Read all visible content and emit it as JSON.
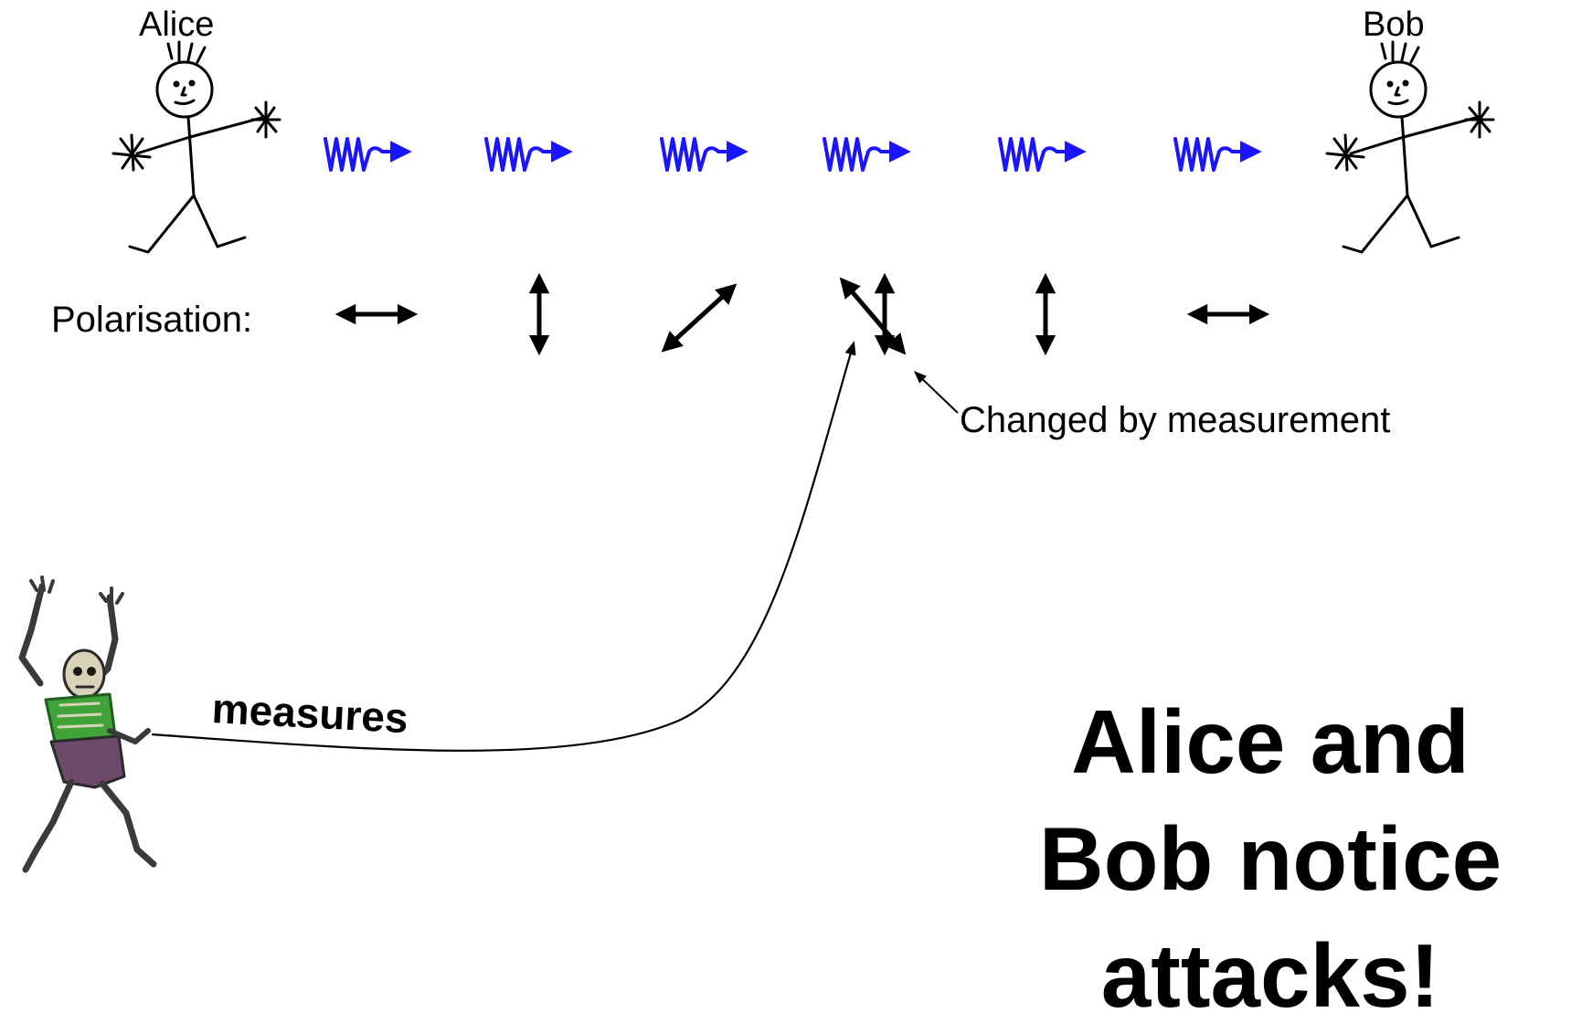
{
  "figure": {
    "people": {
      "alice": "Alice",
      "bob": "Bob"
    },
    "polarisation_label": "Polarisation:",
    "changed_label": "Changed by measurement",
    "measures_label": "measures",
    "headline": "Alice and Bob notice attacks!",
    "photon_color": "#1a14ff",
    "icons": [
      "stick-figure-alice-icon",
      "stick-figure-bob-icon",
      "photon-wave-icon",
      "skeleton-eavesdropper-icon",
      "double-arrow-icon"
    ]
  }
}
